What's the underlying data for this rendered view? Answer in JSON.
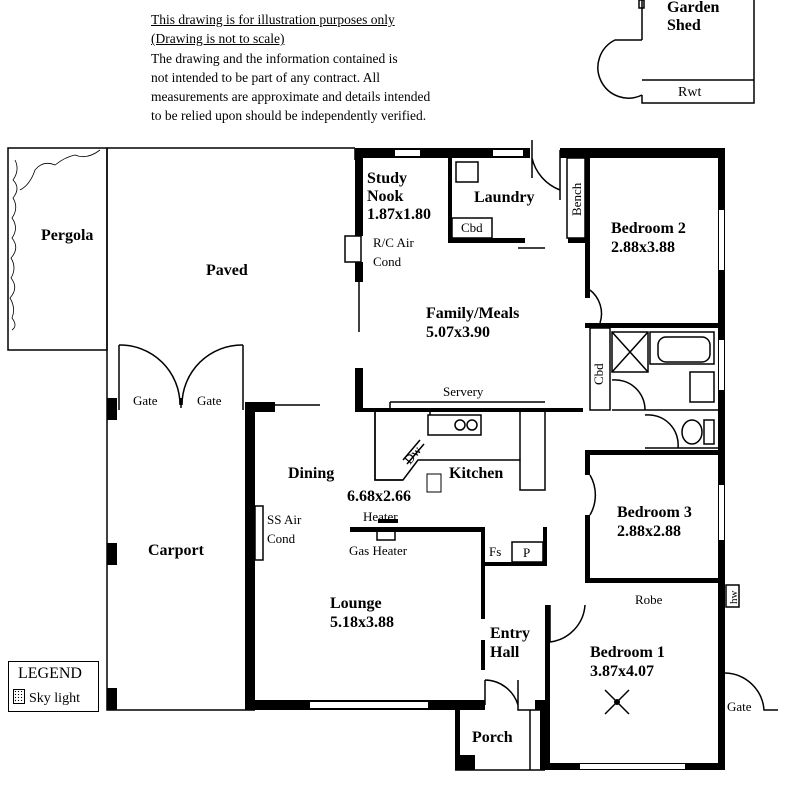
{
  "disclaimer": {
    "line1": "This drawing is for illustration purposes only",
    "line2": "(Drawing is not to scale)",
    "line3": "The drawing and the information contained is",
    "line4": "not intended to be part of any contract.  All",
    "line5": "measurements are approximate and details intended",
    "line6": "to be relied upon should be independently verified."
  },
  "rooms": {
    "garden_shed_1": "Garden",
    "garden_shed_2": "Shed",
    "rwt": "Rwt",
    "pergola": "Pergola",
    "paved": "Paved",
    "gate_left": "Gate",
    "gate_right": "Gate",
    "carport": "Carport",
    "study_1": "Study",
    "study_2": "Nook",
    "study_dim": "1.87x1.80",
    "rc_air_1": "R/C Air",
    "rc_air_2": "Cond",
    "laundry": "Laundry",
    "laundry_cbd": "Cbd",
    "bench": "Bench",
    "bedroom2": "Bedroom 2",
    "bedroom2_dim": "2.88x3.88",
    "family": "Family/Meals",
    "family_dim": "5.07x3.90",
    "bath_cbd": "Cbd",
    "servery": "Servery",
    "dw": "Dw",
    "dining": "Dining",
    "kitchen": "Kitchen",
    "dining_dim": "6.68x2.66",
    "heater": "Heater",
    "gas_heater": "Gas Heater",
    "ss_air_1": "SS Air",
    "ss_air_2": "Cond",
    "fs": "Fs",
    "p": "P",
    "bedroom3": "Bedroom 3",
    "bedroom3_dim": "2.88x2.88",
    "robe": "Robe",
    "hw": "hw",
    "lounge": "Lounge",
    "lounge_dim": "5.18x3.88",
    "entry_1": "Entry",
    "entry_2": "Hall",
    "bedroom1": "Bedroom 1",
    "bedroom1_dim": "3.87x4.07",
    "porch": "Porch",
    "gate_side": "Gate"
  },
  "legend": {
    "title": "LEGEND",
    "skylight": "Sky light"
  }
}
